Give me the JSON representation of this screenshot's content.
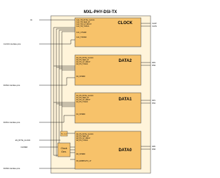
{
  "title": "MXL-PHY-DSI-TX",
  "colors": {
    "outer_fill": "#FFF4DA",
    "block_fill": "#F7C26A",
    "line": "#000000",
    "stroke": "#555555"
  },
  "inputs": {
    "in": "IN",
    "clock_pins": "CLOCK interface pins",
    "data2_pins": "DATA2 interface pins",
    "data1_pins": "DATA1 interface pins",
    "byte_clock": "HS_BYTE_CLOCK",
    "clkref": "CLKREF",
    "data0_pins": "DATA0 interface pins"
  },
  "blocks": {
    "clock": {
      "name": "CLOCK",
      "sigs": [
        "CLK_HS_BYTE_CLOCK",
        "CLK_HS_SER_LP",
        "CLK_HS_LP_INPUT",
        "CLK_HS_TXACK"
      ],
      "sigs2": [
        "CLK_CTSMR",
        "CLK_TXDISR"
      ],
      "outputs": [
        "CLKP",
        "CLKN"
      ]
    },
    "data2": {
      "name": "DATA2",
      "sigs": [
        "D2_HS_BYTE_CLOCK",
        "D2_HS_SER_LP",
        "D2_HS_LP_INPUT",
        "D2_HS_TXACK"
      ],
      "sigs2": [
        "D2_STMRR"
      ],
      "outputs": [
        "DP2",
        "DN2"
      ]
    },
    "data1": {
      "name": "DATA1",
      "sigs": [
        "D1_HS_BYTE_CLOCK",
        "D1_HS_SER_LP",
        "D1_HS_LP_INPUT",
        "D1_HS_TXACK"
      ],
      "sigs2": [
        "D1_STMRR"
      ],
      "outputs": [
        "DP1",
        "DN1"
      ]
    },
    "data0": {
      "name": "DATA0",
      "sigs": [
        "D0_HS_BYTE_CLOCK",
        "D0_HS_SER_LP",
        "D0_HS_LP_INPUT",
        "D0_HS_TXACK"
      ],
      "sigs2": [
        "D0_STMRR",
        "D0_ERRRSLTO_LP"
      ],
      "outputs": [
        "DP0",
        "DN0"
      ]
    }
  },
  "misc": {
    "small_block": "PLL CLK",
    "clock_gen_line1": "Clock",
    "clock_gen_line2": "Gen."
  }
}
